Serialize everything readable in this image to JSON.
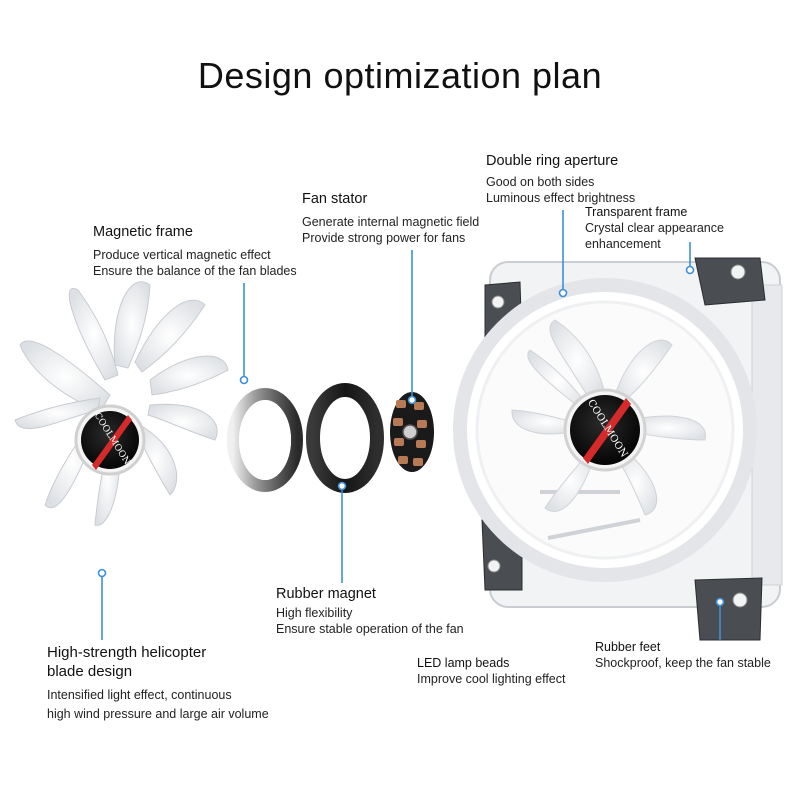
{
  "title": "Design optimization plan",
  "brand": "COOLMOON",
  "accent_line_color": "#3d8fd8",
  "labels": {
    "magnetic_frame": {
      "heading": "Magnetic frame",
      "lines": [
        "Produce vertical magnetic effect",
        "Ensure the balance of the fan blades"
      ]
    },
    "fan_stator": {
      "heading": "Fan stator",
      "lines": [
        "Generate internal magnetic field",
        "Provide strong power for fans"
      ]
    },
    "double_ring": {
      "heading": "Double ring aperture",
      "lines": [
        "Good on both sides",
        "Luminous effect brightness"
      ]
    },
    "transparent_frame": {
      "heading": "Transparent frame",
      "lines": [
        "Crystal clear appearance",
        "enhancement"
      ]
    },
    "rubber_magnet": {
      "heading": "Rubber magnet",
      "lines": [
        "High flexibility",
        "Ensure stable operation of the fan"
      ]
    },
    "blade_design": {
      "heading_lines": [
        "High-strength helicopter",
        "blade design"
      ],
      "lines": [
        "Intensified light effect, continuous",
        "high wind pressure and large air volume"
      ]
    },
    "led_beads": {
      "heading": "LED lamp beads",
      "lines": [
        "Improve cool lighting effect"
      ]
    },
    "rubber_feet": {
      "heading": "Rubber feet",
      "lines": [
        "Shockproof, keep the fan stable"
      ]
    }
  }
}
